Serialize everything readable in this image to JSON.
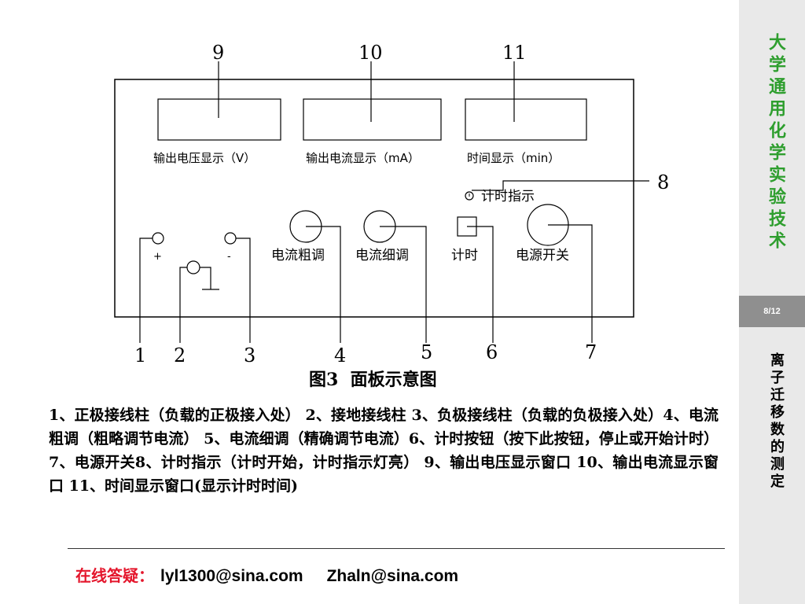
{
  "sidebar": {
    "course_title": "大学通用化学实验技术",
    "page_indicator": "8/12",
    "lesson_title": "离子迁移数的测定"
  },
  "diagram": {
    "window_labels": {
      "voltage": "输出电压显示（V）",
      "current": "输出电流显示（mA）",
      "time": "时间显示（min）"
    },
    "indicator_label": "计时指示",
    "plus_sign": "+",
    "minus_sign": "-",
    "knob_labels": {
      "coarse": "电流粗调",
      "fine": "电流细调",
      "timer": "计时",
      "power": "电源开关"
    },
    "callouts": [
      "1",
      "2",
      "3",
      "4",
      "5",
      "6",
      "7",
      "8",
      "9",
      "10",
      "11"
    ],
    "caption": "图3  面板示意图"
  },
  "description": "1、正极接线柱（负载的正极接入处） 2、接地接线柱 3、负极接线柱（负载的负极接入处）4、电流粗调（粗略调节电流）  5、电流细调（精确调节电流）6、计时按钮（按下此按钮，停止或开始计时） 7、电源开关8、计时指示（计时开始，计时指示灯亮）  9、输出电压显示窗口 10、输出电流显示窗口 11、时间显示窗口(显示计时时间)",
  "footer": {
    "label": "在线答疑：",
    "email_1": "lyl1300@sina.com",
    "email_2": "Zhaln@sina.com"
  }
}
